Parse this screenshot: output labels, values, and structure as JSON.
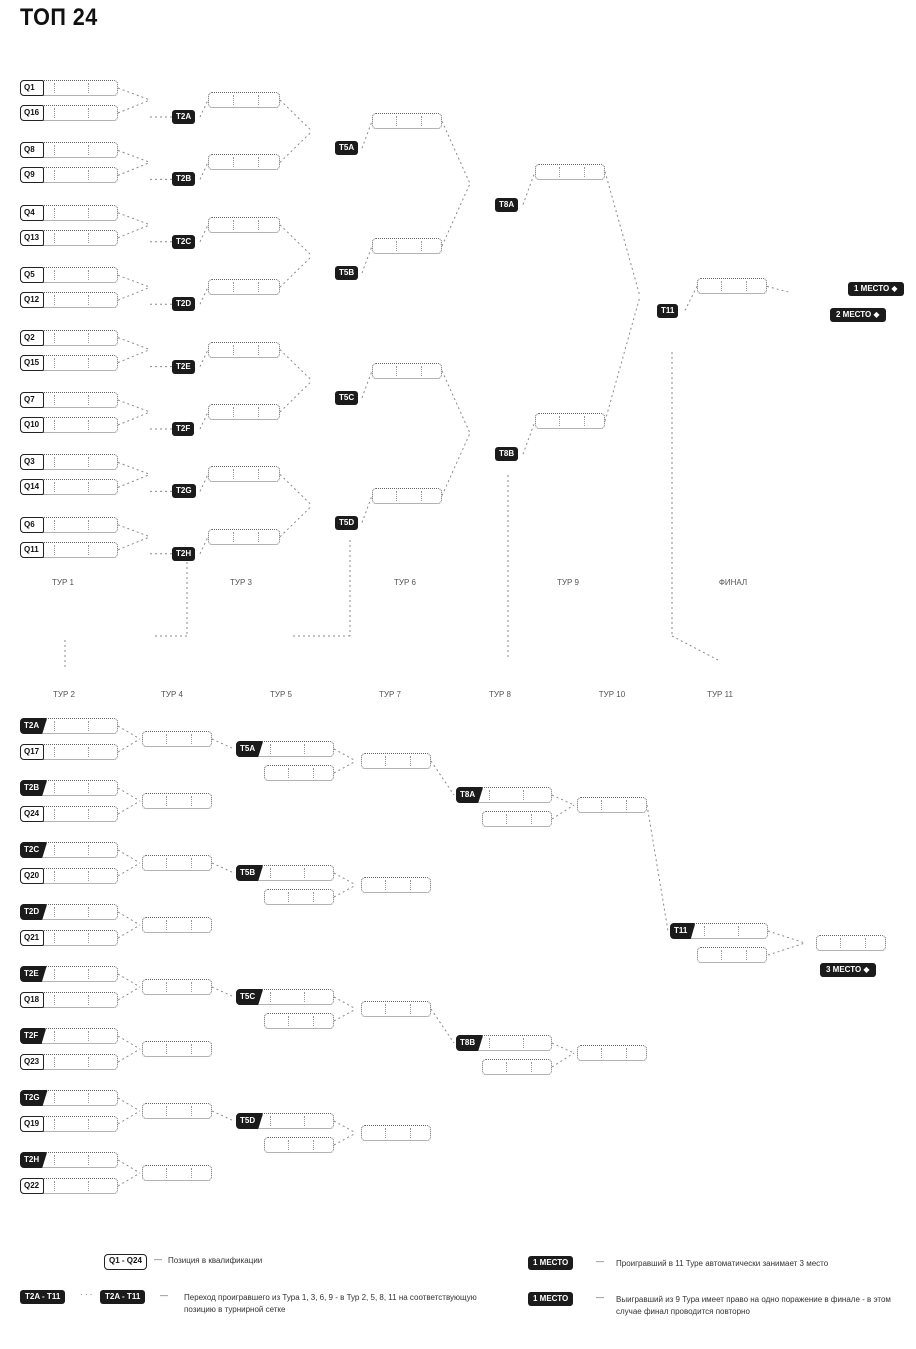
{
  "title": "ТОП 24",
  "labels": {
    "round_1": "ТУР 1",
    "round_3": "ТУР 3",
    "round_6": "ТУР 6",
    "round_9": "ТУР 9",
    "final": "ФИНАЛ",
    "round_2": "ТУР 2",
    "round_4": "ТУР 4",
    "round_5": "ТУР 5",
    "round_7": "ТУР 7",
    "round_8": "ТУР 8",
    "round_10": "ТУР 10",
    "round_11": "ТУР 11"
  },
  "places": {
    "first": "1 МЕСТО",
    "second": "2 МЕСТО",
    "third": "3 МЕСТО"
  },
  "upper_seeds": [
    "Q1",
    "Q16",
    "Q8",
    "Q9",
    "Q4",
    "Q13",
    "Q5",
    "Q12",
    "Q2",
    "Q15",
    "Q7",
    "Q10",
    "Q3",
    "Q14",
    "Q6",
    "Q11"
  ],
  "upper_tags": {
    "r1": [
      "T2A",
      "T2B",
      "T2C",
      "T2D",
      "T2E",
      "T2F",
      "T2G",
      "T2H"
    ],
    "r3": [
      "T5A",
      "T5B",
      "T5C",
      "T5D"
    ],
    "r6": [
      "T8A",
      "T8B"
    ],
    "r9": "T11"
  },
  "lower_rows": [
    {
      "tag": "T2A",
      "seed": "Q17"
    },
    {
      "tag": "T2B",
      "seed": "Q24"
    },
    {
      "tag": "T2C",
      "seed": "Q20"
    },
    {
      "tag": "T2D",
      "seed": "Q21"
    },
    {
      "tag": "T2E",
      "seed": "Q18"
    },
    {
      "tag": "T2F",
      "seed": "Q23"
    },
    {
      "tag": "T2G",
      "seed": "Q19"
    },
    {
      "tag": "T2H",
      "seed": "Q22"
    }
  ],
  "lower_tags": {
    "r5": [
      "T5A",
      "T5B",
      "T5C",
      "T5D"
    ],
    "r8": [
      "T8A",
      "T8B"
    ],
    "r11": "T11"
  },
  "legend": {
    "seed_badge": "Q1 - Q24",
    "seed_text": "Позиция в квалификации",
    "loss_badge_a": "T2A - T11",
    "loss_badge_b": "T2A - T11",
    "loss_text": "Переход проигравшего из Тура 1, 3, 6, 9 - в Тур 2, 5, 8, 11 на соответствующую позицию в турнирной сетке",
    "place_badge_1": "1 МЕСТО",
    "place_text_1": "Проигравший в 11 Туре автоматически занимает 3 место",
    "place_badge_2": "1 МЕСТО",
    "place_text_2": "Выигравший из 9 Тура имеет право на одно поражение в финале - в этом случае финал проводится повторно"
  }
}
